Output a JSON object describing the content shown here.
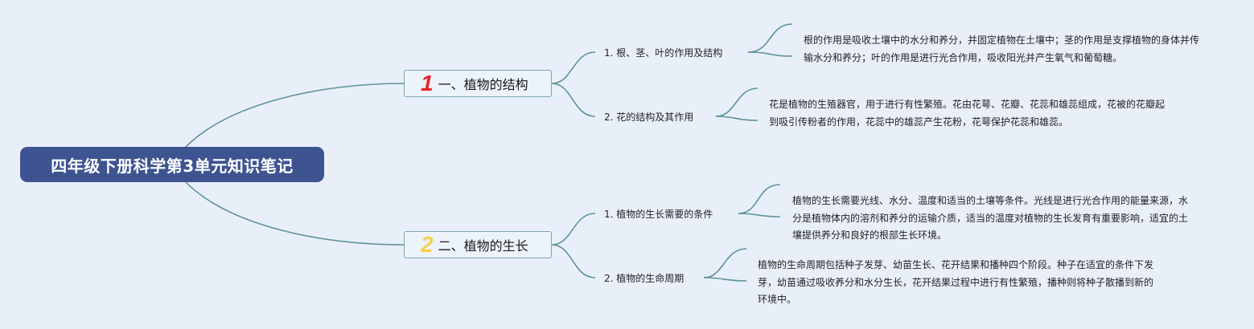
{
  "root": {
    "title": "四年级下册科学第3单元知识笔记"
  },
  "colors": {
    "root_bg": "#3e5490",
    "line": "#5e9496",
    "num1": "#e8262e",
    "num2": "#f6d24a"
  },
  "branches": [
    {
      "number": "1",
      "label": "一、植物的结构",
      "subs": [
        {
          "label": "1. 根、茎、叶的作用及结构",
          "text": "根的作用是吸收土壤中的水分和养分，并固定植物在土壤中；茎的作用是支撑植物的身体并传输水分和养分；叶的作用是进行光合作用，吸收阳光并产生氧气和葡萄糖。"
        },
        {
          "label": "2. 花的结构及其作用",
          "text": "花是植物的生殖器官，用于进行有性繁殖。花由花萼、花瓣、花蕊和雄蕊组成，花被的花瓣起到吸引传粉者的作用，花蕊中的雄蕊产生花粉，花萼保护花蕊和雄蕊。"
        }
      ]
    },
    {
      "number": "2",
      "label": "二、植物的生长",
      "subs": [
        {
          "label": "1. 植物的生长需要的条件",
          "text": "植物的生长需要光线、水分、温度和适当的土壤等条件。光线是进行光合作用的能量来源，水分是植物体内的溶剂和养分的运输介质，适当的温度对植物的生长发育有重要影响，适宜的土壤提供养分和良好的根部生长环境。"
        },
        {
          "label": "2. 植物的生命周期",
          "text": "植物的生命周期包括种子发芽、幼苗生长、花开结果和播种四个阶段。种子在适宜的条件下发芽，幼苗通过吸收养分和水分生长，花开结果过程中进行有性繁殖，播种则将种子散播到新的环境中。"
        }
      ]
    }
  ]
}
